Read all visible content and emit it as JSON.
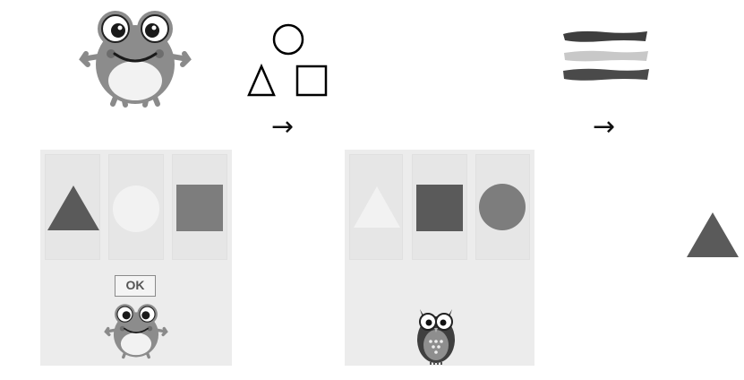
{
  "steps": {
    "arrow_1": "→",
    "arrow_2": "→"
  },
  "left_panel": {
    "ok_button_label": "OK",
    "shapes": [
      "triangle",
      "circle",
      "square"
    ]
  },
  "middle_panel": {
    "shapes": [
      "triangle",
      "square",
      "circle"
    ]
  },
  "colors": {
    "background": "#ffffff",
    "panel": "#ececec",
    "slot": "#e6e6e6",
    "dark_shape": "#5a5a5a",
    "medium_shape": "#7d7d7d",
    "faint_shape": "#f2f2f2"
  },
  "icons": {
    "frog": "frog-icon",
    "owl": "owl-icon",
    "shapes_legend": "shapes-legend-icon",
    "brush_strokes": "paint-strokes-icon"
  }
}
